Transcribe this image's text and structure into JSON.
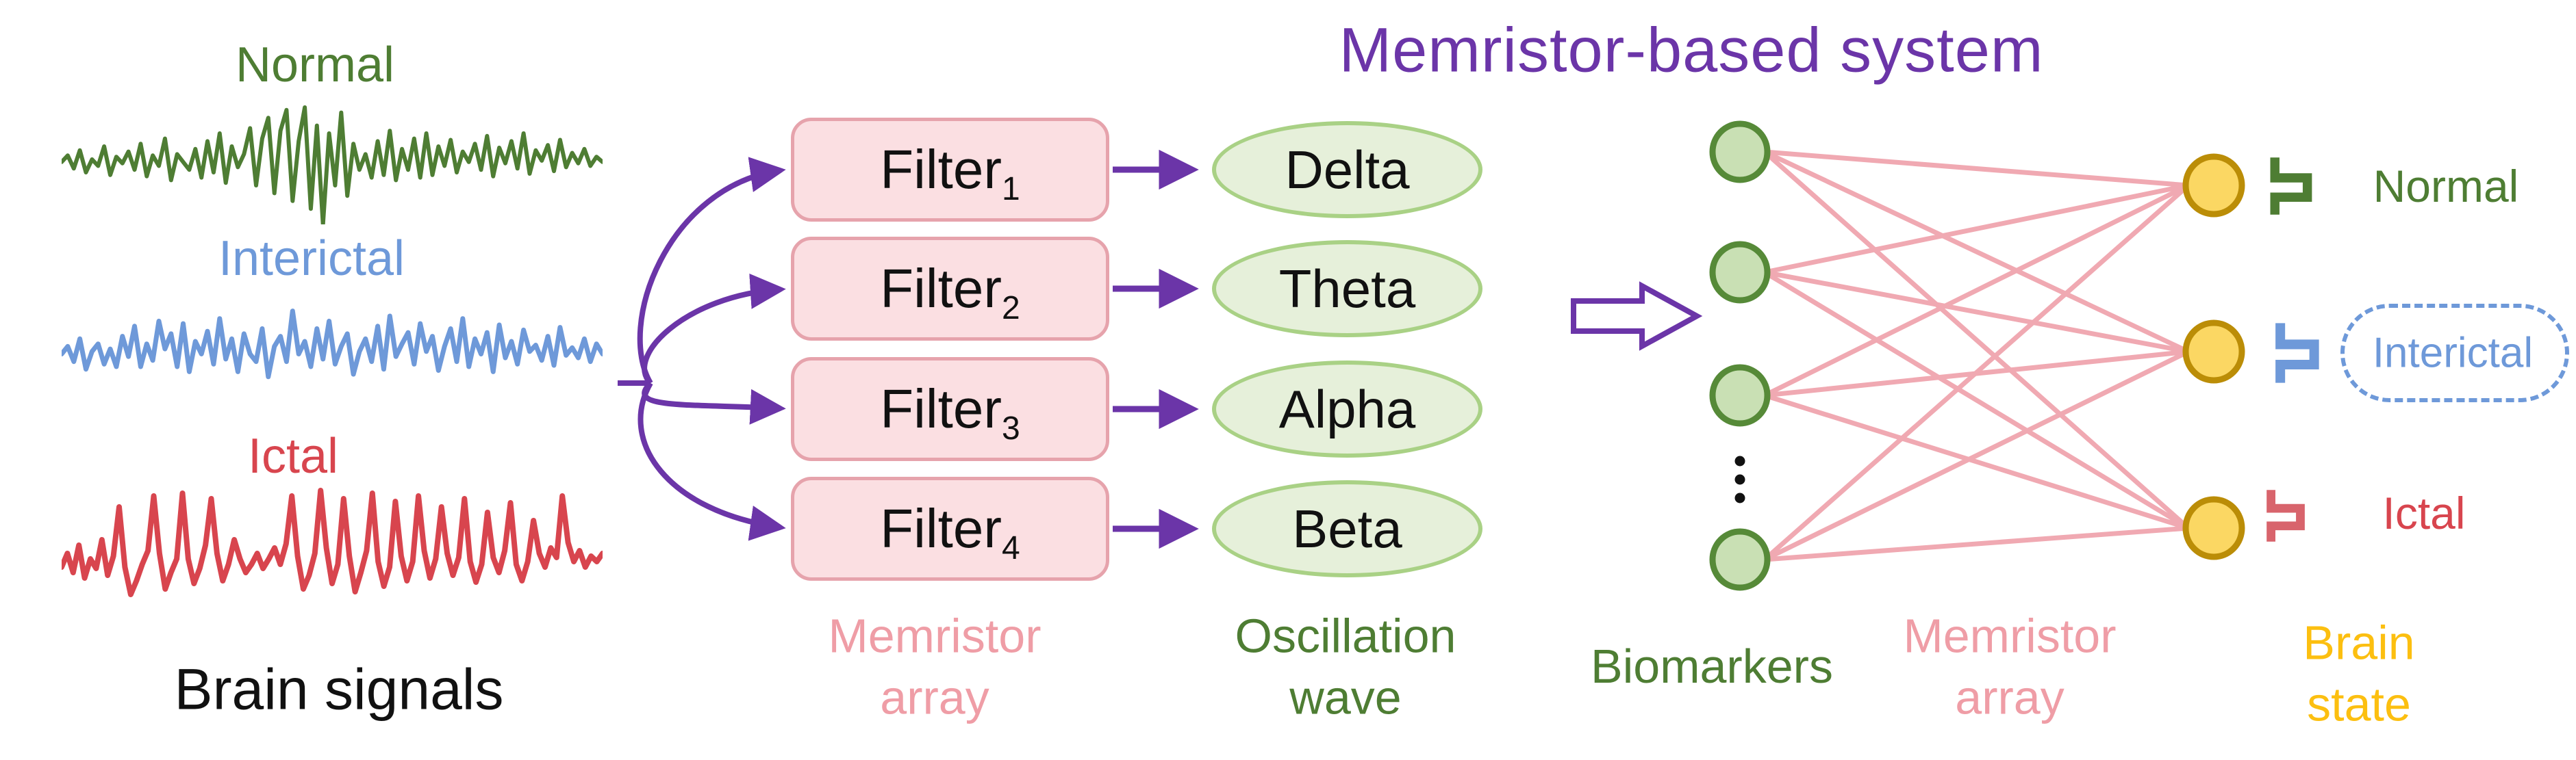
{
  "title": "Memristor-based system",
  "colors": {
    "purple": "#6b35a8",
    "black": "#111111",
    "pink_label": "#ef9da6",
    "green_label": "#4e7d33",
    "yellow_label": "#fcbf10",
    "connection_pink": "#f0a9b2"
  },
  "brain_signals": {
    "caption": "Brain signals",
    "signals": [
      {
        "name": "Normal",
        "color": "#4e7d33",
        "samples": [
          52,
          47,
          57,
          43,
          60,
          50,
          55,
          40,
          62,
          48,
          53,
          44,
          58,
          38,
          63,
          47,
          55,
          34,
          66,
          46,
          52,
          58,
          42,
          64,
          36,
          60,
          30,
          68,
          40,
          56,
          46,
          26,
          70,
          34,
          18,
          76,
          28,
          12,
          82,
          36,
          10,
          88,
          24,
          100,
          30,
          70,
          14,
          78,
          38,
          58,
          46,
          64,
          36,
          62,
          28,
          66,
          42,
          58,
          34,
          64,
          30,
          62,
          40,
          55,
          35,
          60,
          44,
          52,
          38,
          58,
          32,
          63,
          41,
          53,
          36,
          57,
          30,
          61,
          43,
          51,
          39,
          59,
          35,
          56,
          45,
          53,
          42,
          55,
          48,
          52
        ]
      },
      {
        "name": "Interictal",
        "color": "#6e99d9",
        "samples": [
          50,
          44,
          56,
          38,
          62,
          48,
          42,
          58,
          46,
          60,
          36,
          52,
          28,
          60,
          42,
          55,
          24,
          46,
          34,
          60,
          26,
          64,
          40,
          50,
          32,
          58,
          22,
          54,
          38,
          64,
          34,
          50,
          56,
          30,
          68,
          44,
          36,
          56,
          16,
          50,
          40,
          60,
          30,
          54,
          24,
          58,
          44,
          34,
          66,
          48,
          38,
          56,
          28,
          62,
          20,
          52,
          42,
          33,
          58,
          26,
          48,
          36,
          63,
          44,
          30,
          56,
          22,
          60,
          38,
          50,
          33,
          64,
          27,
          53,
          40,
          58,
          31,
          48,
          43,
          55,
          36,
          59,
          29,
          51,
          45,
          53,
          38,
          56,
          42,
          50
        ]
      },
      {
        "name": "Ictal",
        "color": "#d8454e",
        "samples": [
          62,
          52,
          66,
          46,
          70,
          56,
          63,
          42,
          68,
          54,
          18,
          62,
          82,
          72,
          60,
          50,
          10,
          52,
          78,
          66,
          56,
          8,
          56,
          74,
          63,
          46,
          12,
          52,
          72,
          60,
          42,
          56,
          66,
          60,
          52,
          63,
          56,
          48,
          60,
          45,
          10,
          54,
          78,
          68,
          52,
          6,
          48,
          74,
          60,
          12,
          54,
          80,
          66,
          50,
          8,
          58,
          76,
          62,
          14,
          54,
          72,
          58,
          10,
          50,
          70,
          56,
          18,
          52,
          68,
          55,
          12,
          58,
          73,
          60,
          22,
          55,
          66,
          50,
          15,
          60,
          72,
          58,
          28,
          52,
          62,
          48,
          55,
          10,
          44,
          58,
          50,
          62,
          54,
          58,
          52
        ]
      }
    ]
  },
  "filter_bank": {
    "label_line1": "Memristor",
    "label_line2": "array",
    "filters": [
      {
        "base": "Filter",
        "sub": "1"
      },
      {
        "base": "Filter",
        "sub": "2"
      },
      {
        "base": "Filter",
        "sub": "3"
      },
      {
        "base": "Filter",
        "sub": "4"
      }
    ]
  },
  "oscillation": {
    "label_line1": "Oscillation",
    "label_line2": "wave",
    "waves": [
      "Delta",
      "Theta",
      "Alpha",
      "Beta"
    ]
  },
  "network": {
    "biomarkers_label": "Biomarkers",
    "memristor_label_line1": "Memristor",
    "memristor_label_line2": "array",
    "input_count": 4,
    "output_count": 3,
    "colors": {
      "input_fill": "#c9e0b4",
      "input_stroke": "#568a38",
      "output_fill": "#fbd763",
      "output_stroke": "#bb8d07",
      "connection": "#f0a9b2"
    }
  },
  "brain_state": {
    "label_line1": "Brain",
    "label_line2": "state",
    "outputs": [
      {
        "name": "Normal",
        "color": "#4e7d33",
        "boxed": false
      },
      {
        "name": "Interictal",
        "color": "#6e99d9",
        "boxed": true
      },
      {
        "name": "Ictal",
        "color": "#d8646c",
        "text_color": "#d8454e",
        "boxed": false
      }
    ]
  }
}
